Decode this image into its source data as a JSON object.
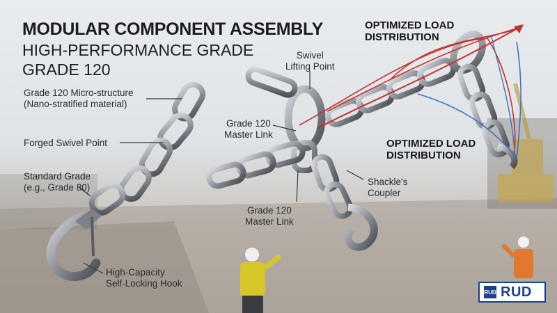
{
  "header": {
    "title": "MODULAR COMPONENT ASSEMBLY",
    "subtitle": "HIGH-PERFORMANCE GRADE",
    "grade": "GRADE 120"
  },
  "callouts": {
    "micro_structure": "Grade 120 Micro-structure\n(Nano-stratified material)",
    "forged_swivel": "Forged Swivel Point",
    "standard_grade": "Standard Grade\n(e.g., Grade 80)",
    "hook": "High-Capacity\nSelf-Locking Hook",
    "swivel_lifting": "Swivel\nLifting Point",
    "master_link_upper": "Grade 120\nMaster Link",
    "master_link_lower": "Grade 120\nMaster Link",
    "shackle": "Shackle's\nCoupler",
    "load_dist_top": "OPTIMIZED LOAD\nDISTRIBUTION",
    "load_dist_mid": "OPTIMIZED LOAD\nDISTRIBUTION"
  },
  "logo": {
    "mark": "RUD",
    "text": "RUD"
  },
  "colors": {
    "chain_dark": "#4a4d52",
    "chain_light": "#c7cbd0",
    "force_red": "#c6302b",
    "force_blue": "#3b72c4",
    "brand_blue": "#1c3f8f"
  }
}
